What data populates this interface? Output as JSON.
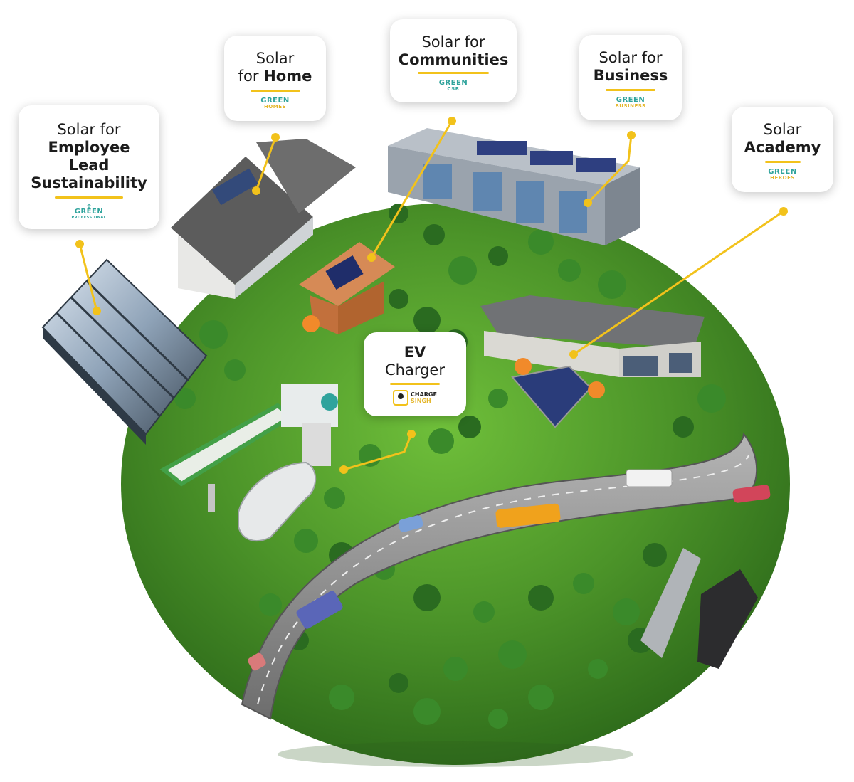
{
  "cards": {
    "employee": {
      "line1": "Solar for",
      "line2": "Employee",
      "line3": "Lead",
      "line4": "Sustainability",
      "badge_top": "GREEN",
      "badge_bottom": "PROFESSIONAL"
    },
    "home": {
      "line1": "Solar",
      "line2_prefix": "for ",
      "line2_bold": "Home",
      "badge_top": "GREEN",
      "badge_bottom": "HOMES"
    },
    "communities": {
      "line1": "Solar for",
      "line2": "Communities",
      "badge_top": "GREEN",
      "badge_bottom": "CSR"
    },
    "business": {
      "line1": "Solar for",
      "line2": "Business",
      "badge_top": "GREEN",
      "badge_bottom": "BUSINESS"
    },
    "academy": {
      "line1": "Solar",
      "line2": "Academy",
      "badge_top": "GREEN",
      "badge_bottom": "HEROES"
    },
    "ev": {
      "line1": "EV",
      "line2": "Charger",
      "badge_top": "CHARGE",
      "badge_bottom": "SINGH"
    }
  },
  "colors": {
    "accent_yellow": "#f2c21b",
    "teal": "#2fa39c",
    "grass": "#4f9a2d",
    "road": "#8a8a8a"
  },
  "icons": [
    "office-tower-icon",
    "house-icon",
    "cabin-icon",
    "warehouse-icon",
    "ranch-house-icon",
    "ev-station-icon",
    "car-icon",
    "bus-icon",
    "truck-icon",
    "billboard-solar-icon",
    "tree-icon",
    "worker-icon"
  ]
}
